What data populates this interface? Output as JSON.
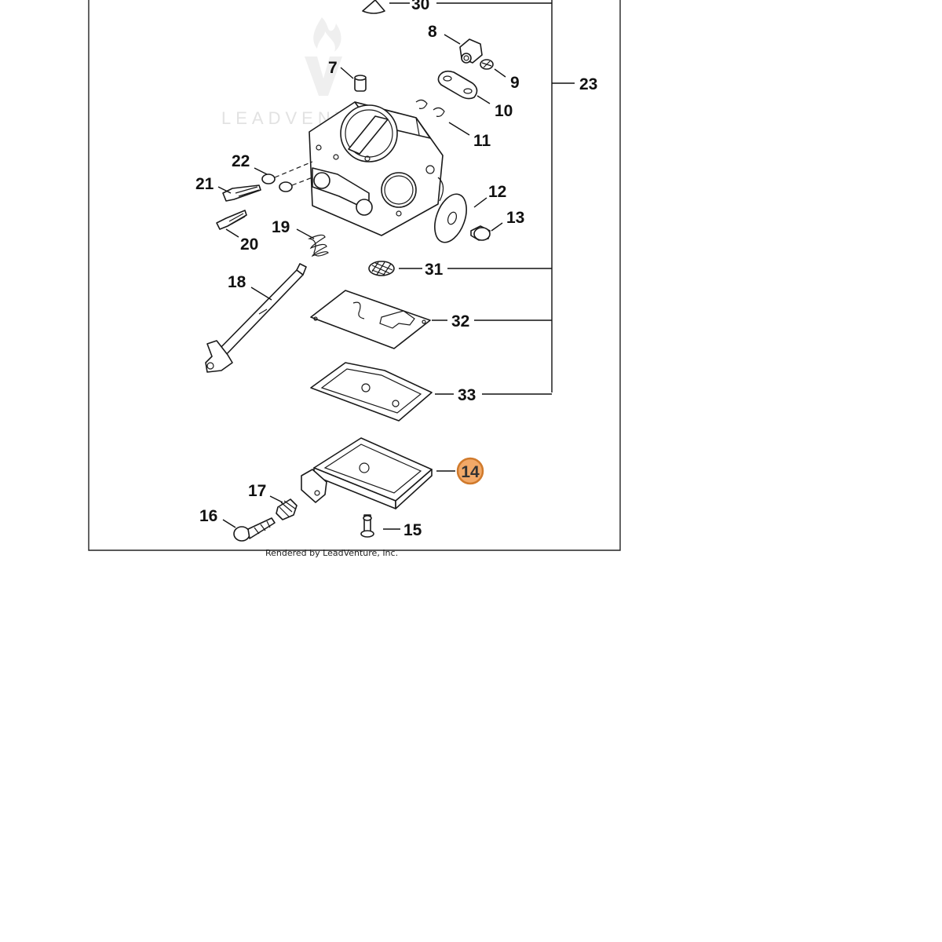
{
  "watermark": {
    "brand": "LEADVENTURE"
  },
  "footer": {
    "credit": "Rendered by LeadVenture, Inc."
  },
  "highlight": {
    "color": "#f2a968",
    "border_color": "#d07a2c"
  },
  "callouts": {
    "c30": "30",
    "c8": "8",
    "c9": "9",
    "c23": "23",
    "c7": "7",
    "c10": "10",
    "c11": "11",
    "c22": "22",
    "c21": "21",
    "c12": "12",
    "c13": "13",
    "c19": "19",
    "c20": "20",
    "c31": "31",
    "c18": "18",
    "c32": "32",
    "c33": "33",
    "c14": "14",
    "c17": "17",
    "c16": "16",
    "c15": "15"
  }
}
